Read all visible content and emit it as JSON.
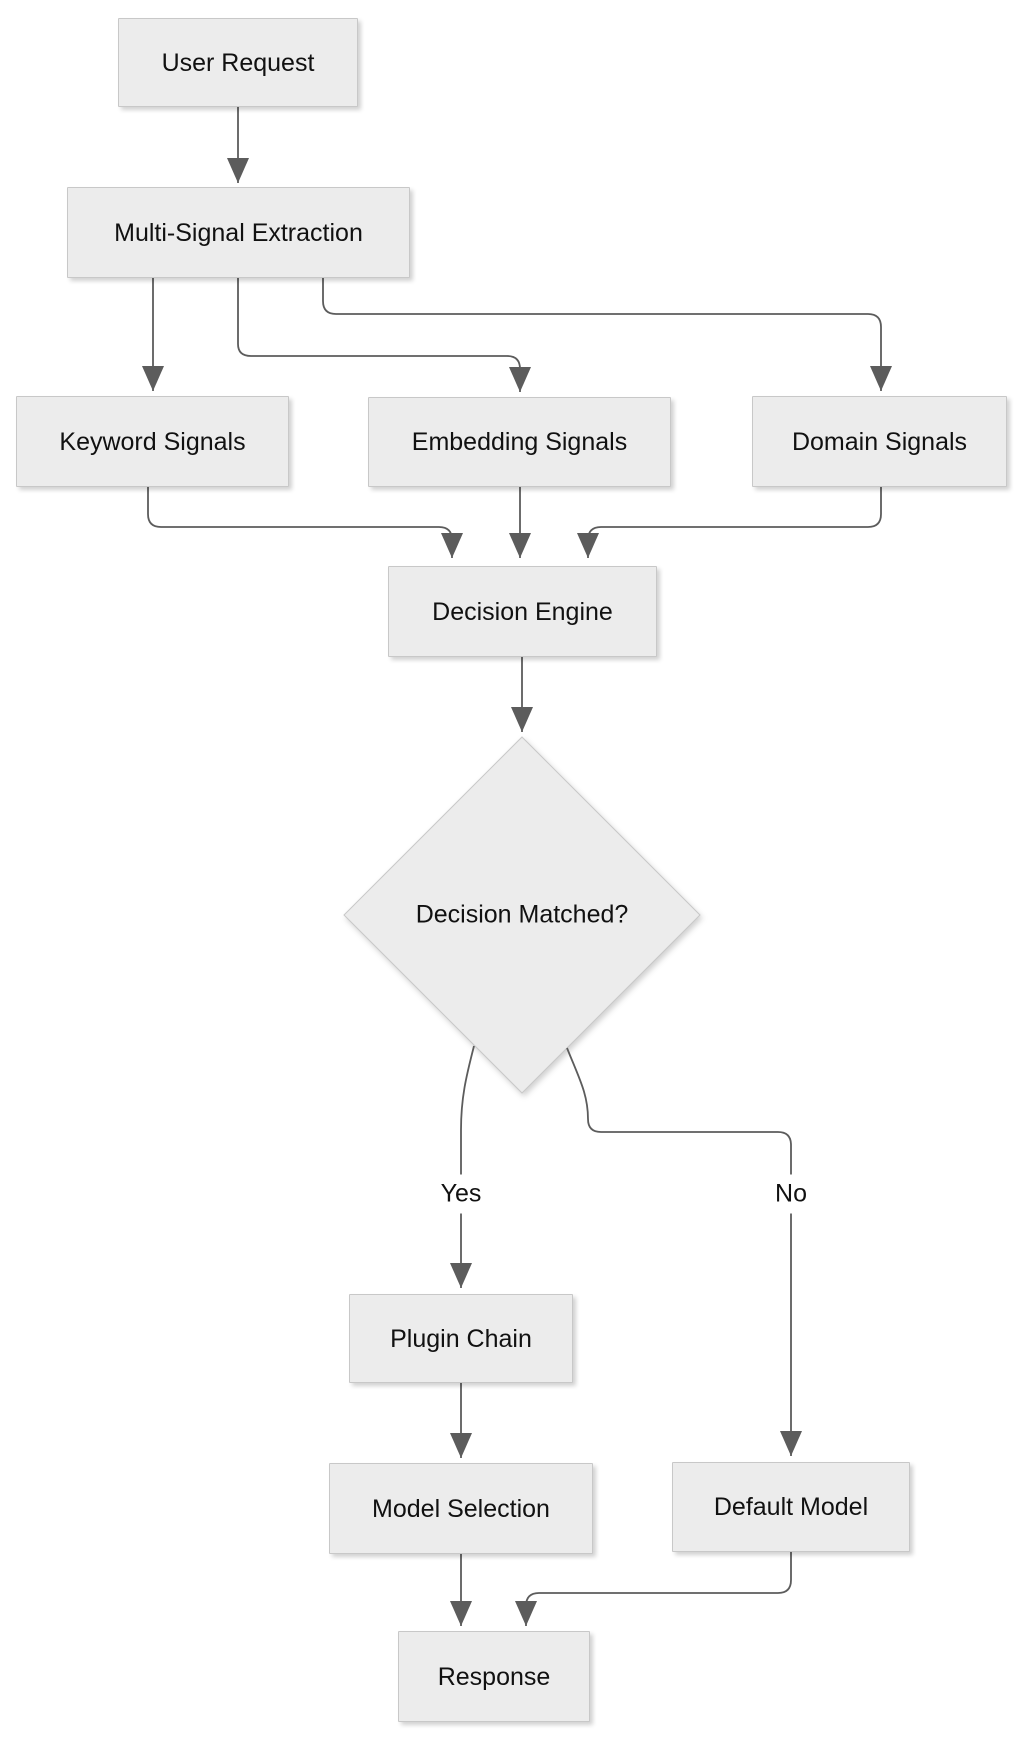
{
  "diagram_type": "flowchart",
  "nodes": {
    "user_request": "User Request",
    "multi_signal_extraction": "Multi-Signal Extraction",
    "keyword_signals": "Keyword Signals",
    "embedding_signals": "Embedding Signals",
    "domain_signals": "Domain Signals",
    "decision_engine": "Decision Engine",
    "decision_matched": "Decision Matched?",
    "plugin_chain": "Plugin Chain",
    "model_selection": "Model Selection",
    "default_model": "Default Model",
    "response": "Response"
  },
  "edge_labels": {
    "yes": "Yes",
    "no": "No"
  },
  "edges": [
    {
      "from": "User Request",
      "to": "Multi-Signal Extraction",
      "label": ""
    },
    {
      "from": "Multi-Signal Extraction",
      "to": "Keyword Signals",
      "label": ""
    },
    {
      "from": "Multi-Signal Extraction",
      "to": "Embedding Signals",
      "label": ""
    },
    {
      "from": "Multi-Signal Extraction",
      "to": "Domain Signals",
      "label": ""
    },
    {
      "from": "Keyword Signals",
      "to": "Decision Engine",
      "label": ""
    },
    {
      "from": "Embedding Signals",
      "to": "Decision Engine",
      "label": ""
    },
    {
      "from": "Domain Signals",
      "to": "Decision Engine",
      "label": ""
    },
    {
      "from": "Decision Engine",
      "to": "Decision Matched?",
      "label": ""
    },
    {
      "from": "Decision Matched?",
      "to": "Plugin Chain",
      "label": "Yes"
    },
    {
      "from": "Decision Matched?",
      "to": "Default Model",
      "label": "No"
    },
    {
      "from": "Plugin Chain",
      "to": "Model Selection",
      "label": ""
    },
    {
      "from": "Model Selection",
      "to": "Response",
      "label": ""
    },
    {
      "from": "Default Model",
      "to": "Response",
      "label": ""
    }
  ],
  "colors": {
    "canvas_bg": "#ffffff",
    "node_fill": "#ececec",
    "node_border": "#c8c8c8",
    "edge_color": "#5c5c5c",
    "label_text": "#111111"
  }
}
